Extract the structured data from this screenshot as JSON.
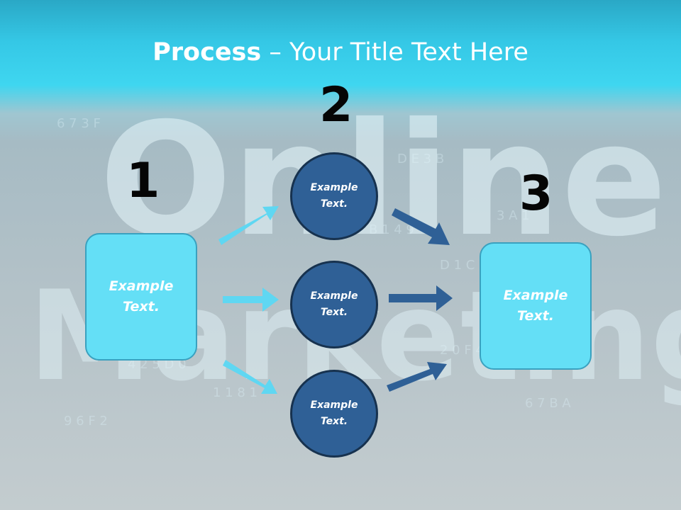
{
  "title": {
    "bold": "Process",
    "rest": " – Your Title Text Here"
  },
  "background_words": [
    "Online",
    "Marketing"
  ],
  "steps": [
    {
      "number": "1",
      "text_line1": "Example",
      "text_line2": "Text."
    },
    {
      "number": "2"
    },
    {
      "number": "3",
      "text_line1": "Example",
      "text_line2": "Text."
    }
  ],
  "circles": [
    {
      "text_line1": "Example",
      "text_line2": "Text."
    },
    {
      "text_line1": "Example",
      "text_line2": "Text."
    },
    {
      "text_line1": "Example",
      "text_line2": "Text."
    }
  ],
  "colors": {
    "header": "#3fd6f0",
    "box_fill": "#64dff6",
    "circle_fill": "#2f6096",
    "left_arrows": "#5fd7f2",
    "right_arrows": "#2f6096"
  }
}
